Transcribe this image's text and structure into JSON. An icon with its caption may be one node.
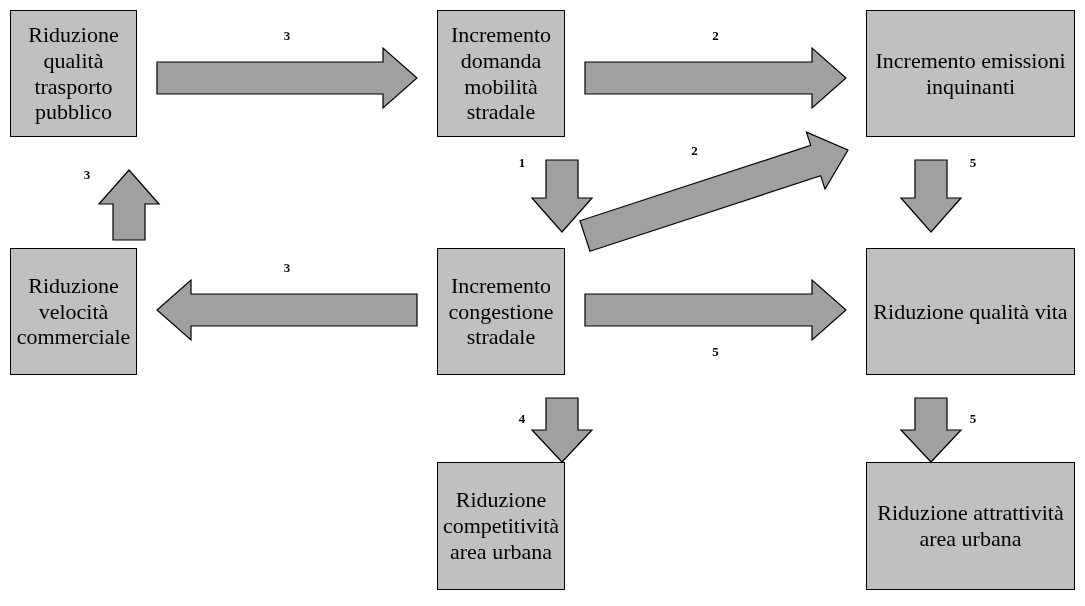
{
  "diagram": {
    "nodes": [
      {
        "text": [
          "Riduzione qualità trasporto pubblico"
        ]
      },
      {
        "text": [
          "Incremento domanda mobilità stradale"
        ]
      },
      {
        "text": [
          "Incremento emissioni inquinanti"
        ]
      },
      {
        "text": [
          "Riduzione velocità commerciale"
        ]
      },
      {
        "text": [
          "Incremento congestione stradale"
        ]
      },
      {
        "text": [
          "Riduzione qualità vita"
        ]
      },
      {
        "text": [
          "Riduzione competitività area urbana"
        ]
      },
      {
        "text": [
          "Riduzione attrattività area urbana"
        ]
      }
    ],
    "edges": [
      {
        "from": 0,
        "to": 1,
        "arrow": "to",
        "label": "3"
      },
      {
        "from": 1,
        "to": 2,
        "arrow": "to",
        "label": "2"
      },
      {
        "from": 1,
        "to": 4,
        "arrow": "to",
        "label": "1"
      },
      {
        "from": 4,
        "to": 2,
        "arrow": "to",
        "label": "2"
      },
      {
        "from": 2,
        "to": 5,
        "arrow": "to",
        "label": "5"
      },
      {
        "from": 4,
        "to": 3,
        "arrow": "to",
        "label": "3"
      },
      {
        "from": 3,
        "to": 0,
        "arrow": "to",
        "label": "3"
      },
      {
        "from": 4,
        "to": 5,
        "arrow": "to",
        "label": "5"
      },
      {
        "from": 4,
        "to": 6,
        "arrow": "to",
        "label": "4"
      },
      {
        "from": 5,
        "to": 7,
        "arrow": "to",
        "label": "5"
      }
    ]
  }
}
